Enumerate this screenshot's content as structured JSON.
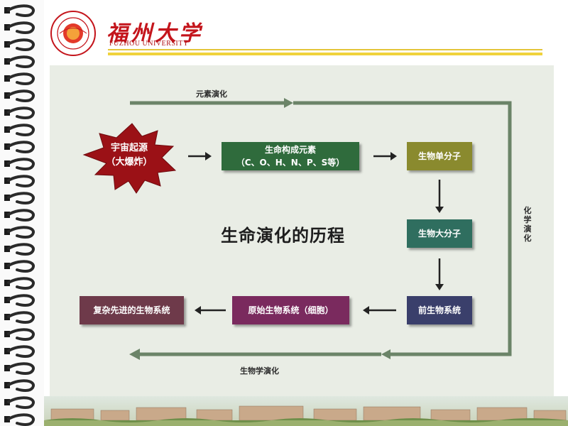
{
  "header": {
    "title_cn": "福州大学",
    "title_en": "FUZHOU UNIVERSITY",
    "colors": {
      "brand_red": "#c4151c",
      "rule_yellow": "#f0d23c"
    }
  },
  "diagram": {
    "title": "生命演化的历程",
    "nodes": {
      "origin": {
        "line1": "宇宙起源",
        "line2": "（大爆炸）",
        "color": "#9b1116"
      },
      "elements": {
        "line1": "生命构成元素",
        "line2": "（C、O、H、N、P、S等）",
        "color": "#2f6b3c"
      },
      "small_molecules": {
        "label": "生物单分子",
        "color": "#8a8a2e"
      },
      "macromolecules": {
        "label": "生物大分子",
        "color": "#2f6e5f"
      },
      "pre_biological": {
        "label": "前生物系统",
        "color": "#3a3f6b"
      },
      "protocell": {
        "label": "原始生物系统（细胞）",
        "color": "#7a2a5e"
      },
      "complex_life": {
        "label": "复杂先进的生物系统",
        "color": "#6e3a4a"
      }
    },
    "edges": {
      "elemental": "元素演化",
      "chemical": "化学演化",
      "biological": "生物学演化"
    }
  }
}
